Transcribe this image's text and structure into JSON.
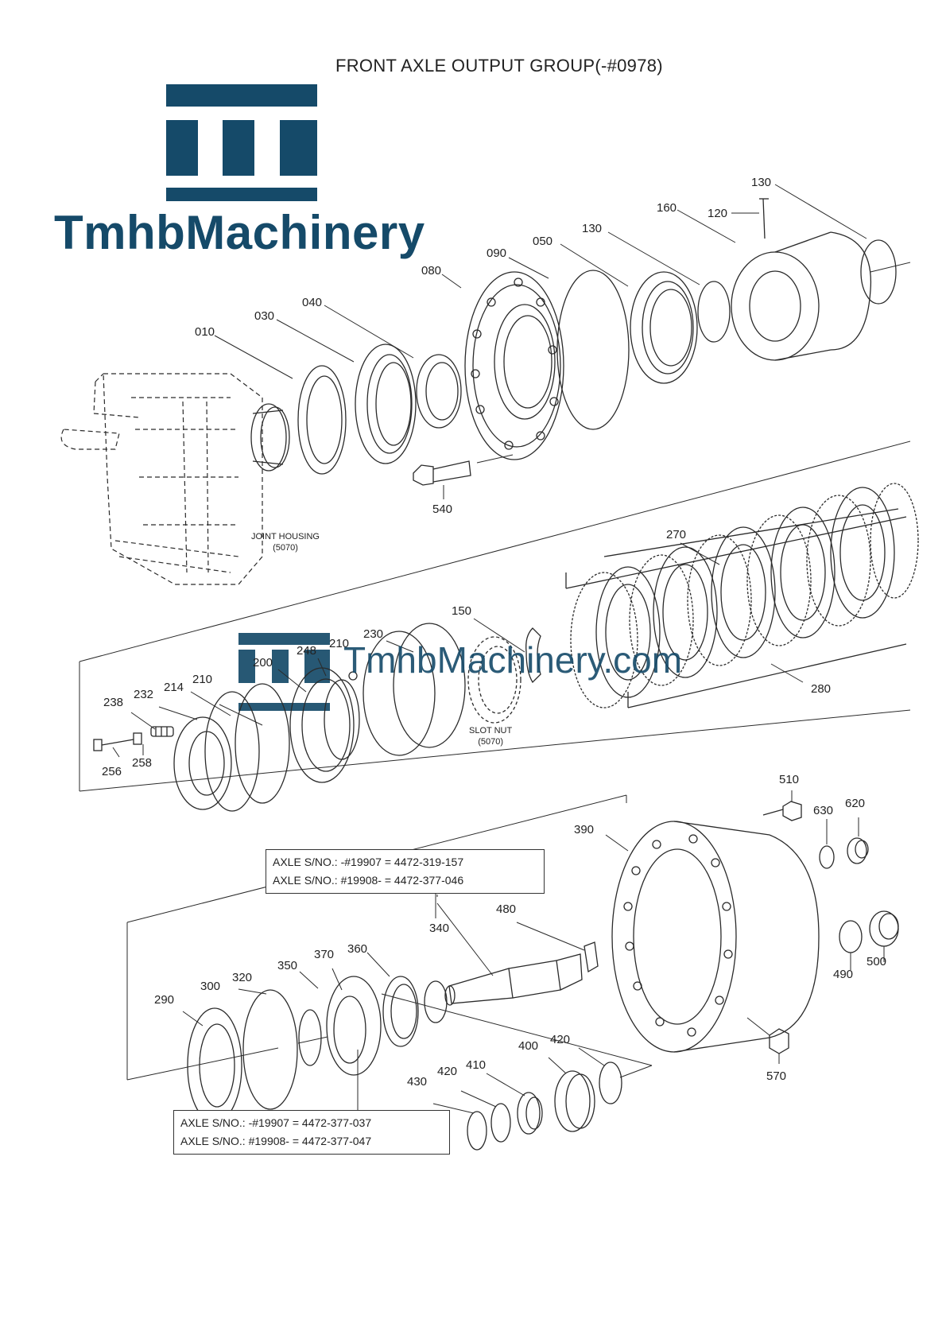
{
  "title": "FRONT AXLE OUTPUT GROUP(-#0978)",
  "brand": {
    "name": "TmhbMachinery",
    "watermark": "TmhbMachinery.com",
    "color": "#154a69"
  },
  "callouts": [
    {
      "label": "010"
    },
    {
      "label": "030"
    },
    {
      "label": "040"
    },
    {
      "label": "080"
    },
    {
      "label": "090"
    },
    {
      "label": "050"
    },
    {
      "label": "130"
    },
    {
      "label": "160"
    },
    {
      "label": "120"
    },
    {
      "label": "130"
    },
    {
      "label": "540"
    },
    {
      "label": "270"
    },
    {
      "label": "150"
    },
    {
      "label": "230"
    },
    {
      "label": "248"
    },
    {
      "label": "210"
    },
    {
      "label": "200"
    },
    {
      "label": "214"
    },
    {
      "label": "210"
    },
    {
      "label": "232"
    },
    {
      "label": "238"
    },
    {
      "label": "258"
    },
    {
      "label": "256"
    },
    {
      "label": "280"
    },
    {
      "label": "510"
    },
    {
      "label": "630"
    },
    {
      "label": "620"
    },
    {
      "label": "390"
    },
    {
      "label": "480"
    },
    {
      "label": "340"
    },
    {
      "label": "370"
    },
    {
      "label": "360"
    },
    {
      "label": "350"
    },
    {
      "label": "320"
    },
    {
      "label": "300"
    },
    {
      "label": "290"
    },
    {
      "label": "490"
    },
    {
      "label": "500"
    },
    {
      "label": "570"
    },
    {
      "label": "400"
    },
    {
      "label": "420"
    },
    {
      "label": "410"
    },
    {
      "label": "420"
    },
    {
      "label": "430"
    }
  ],
  "notes": {
    "joint_housing": "JOINT HOUSING",
    "joint_housing_ref": "(5070)",
    "slot_nut": "SLOT NUT",
    "slot_nut_ref": "(5070)"
  },
  "serial_boxes": {
    "upper": [
      "AXLE S/NO.: -#19907 = 4472-319-157",
      "AXLE S/NO.: #19908- = 4472-377-046"
    ],
    "lower": [
      "AXLE S/NO.: -#19907 = 4472-377-037",
      "AXLE S/NO.: #19908- = 4472-377-047"
    ]
  }
}
